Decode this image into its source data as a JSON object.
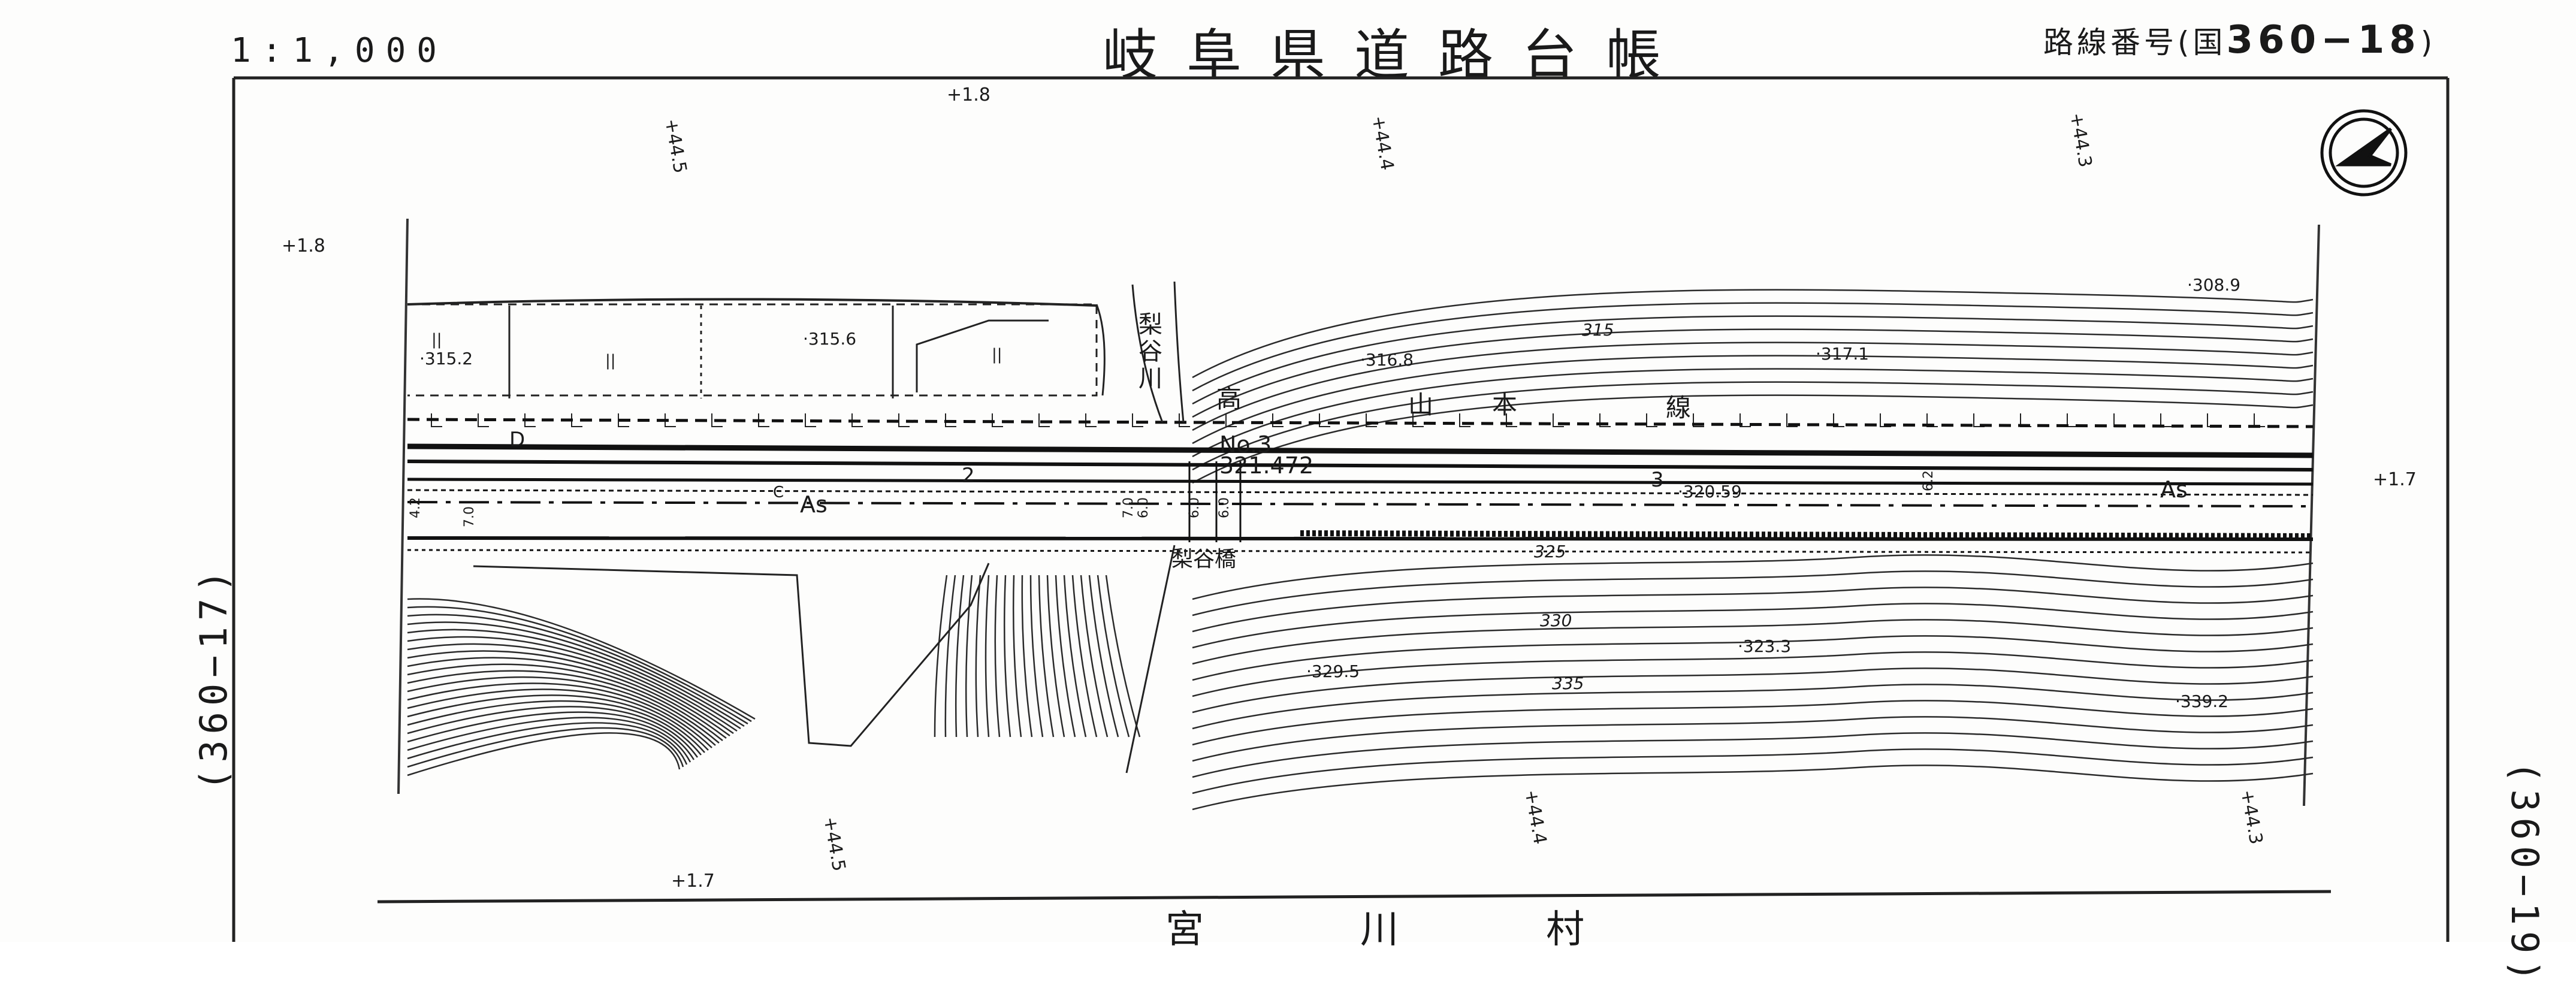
{
  "header": {
    "scale": "1:1,000",
    "title": "岐阜県道路台帳",
    "route_prefix": "路線番号(国",
    "route_number": "360−18",
    "route_suffix": ")"
  },
  "sides": {
    "left": "(360−17)",
    "right": "(360−19)"
  },
  "village": [
    "宮",
    "川",
    "村"
  ],
  "map": {
    "railway_label": [
      "高",
      "山",
      "本",
      "線"
    ],
    "river_label": [
      "梨",
      "谷",
      "川"
    ],
    "bridge_label": "梨谷橋",
    "station_no": "No.3",
    "station_elev": "321.472",
    "pavement_left": "As",
    "pavement_right": "As",
    "lane_marks": [
      "2",
      "3"
    ],
    "elevations": [
      "315.2",
      "315.6",
      "316.8",
      "317.1",
      "308.9",
      "320.59",
      "323.3",
      "329.5",
      "339.2"
    ],
    "contours": [
      "315",
      "325",
      "330",
      "335"
    ],
    "top_kp": [
      "+1.8",
      "+44.5",
      "+44.4",
      "+44.3"
    ],
    "bottom_kp": [
      "+1.7",
      "+44.5",
      "+44.4",
      "+44.3"
    ],
    "left_kp": "+1.8",
    "right_kp": "+1.7",
    "widths": [
      "4.2",
      "7.0",
      "7.0",
      "6.0",
      "6.0",
      "6.0",
      "6.2"
    ],
    "ditch_marks": [
      "D",
      "C"
    ],
    "farm_marks": [
      "||",
      "||",
      "||"
    ]
  }
}
